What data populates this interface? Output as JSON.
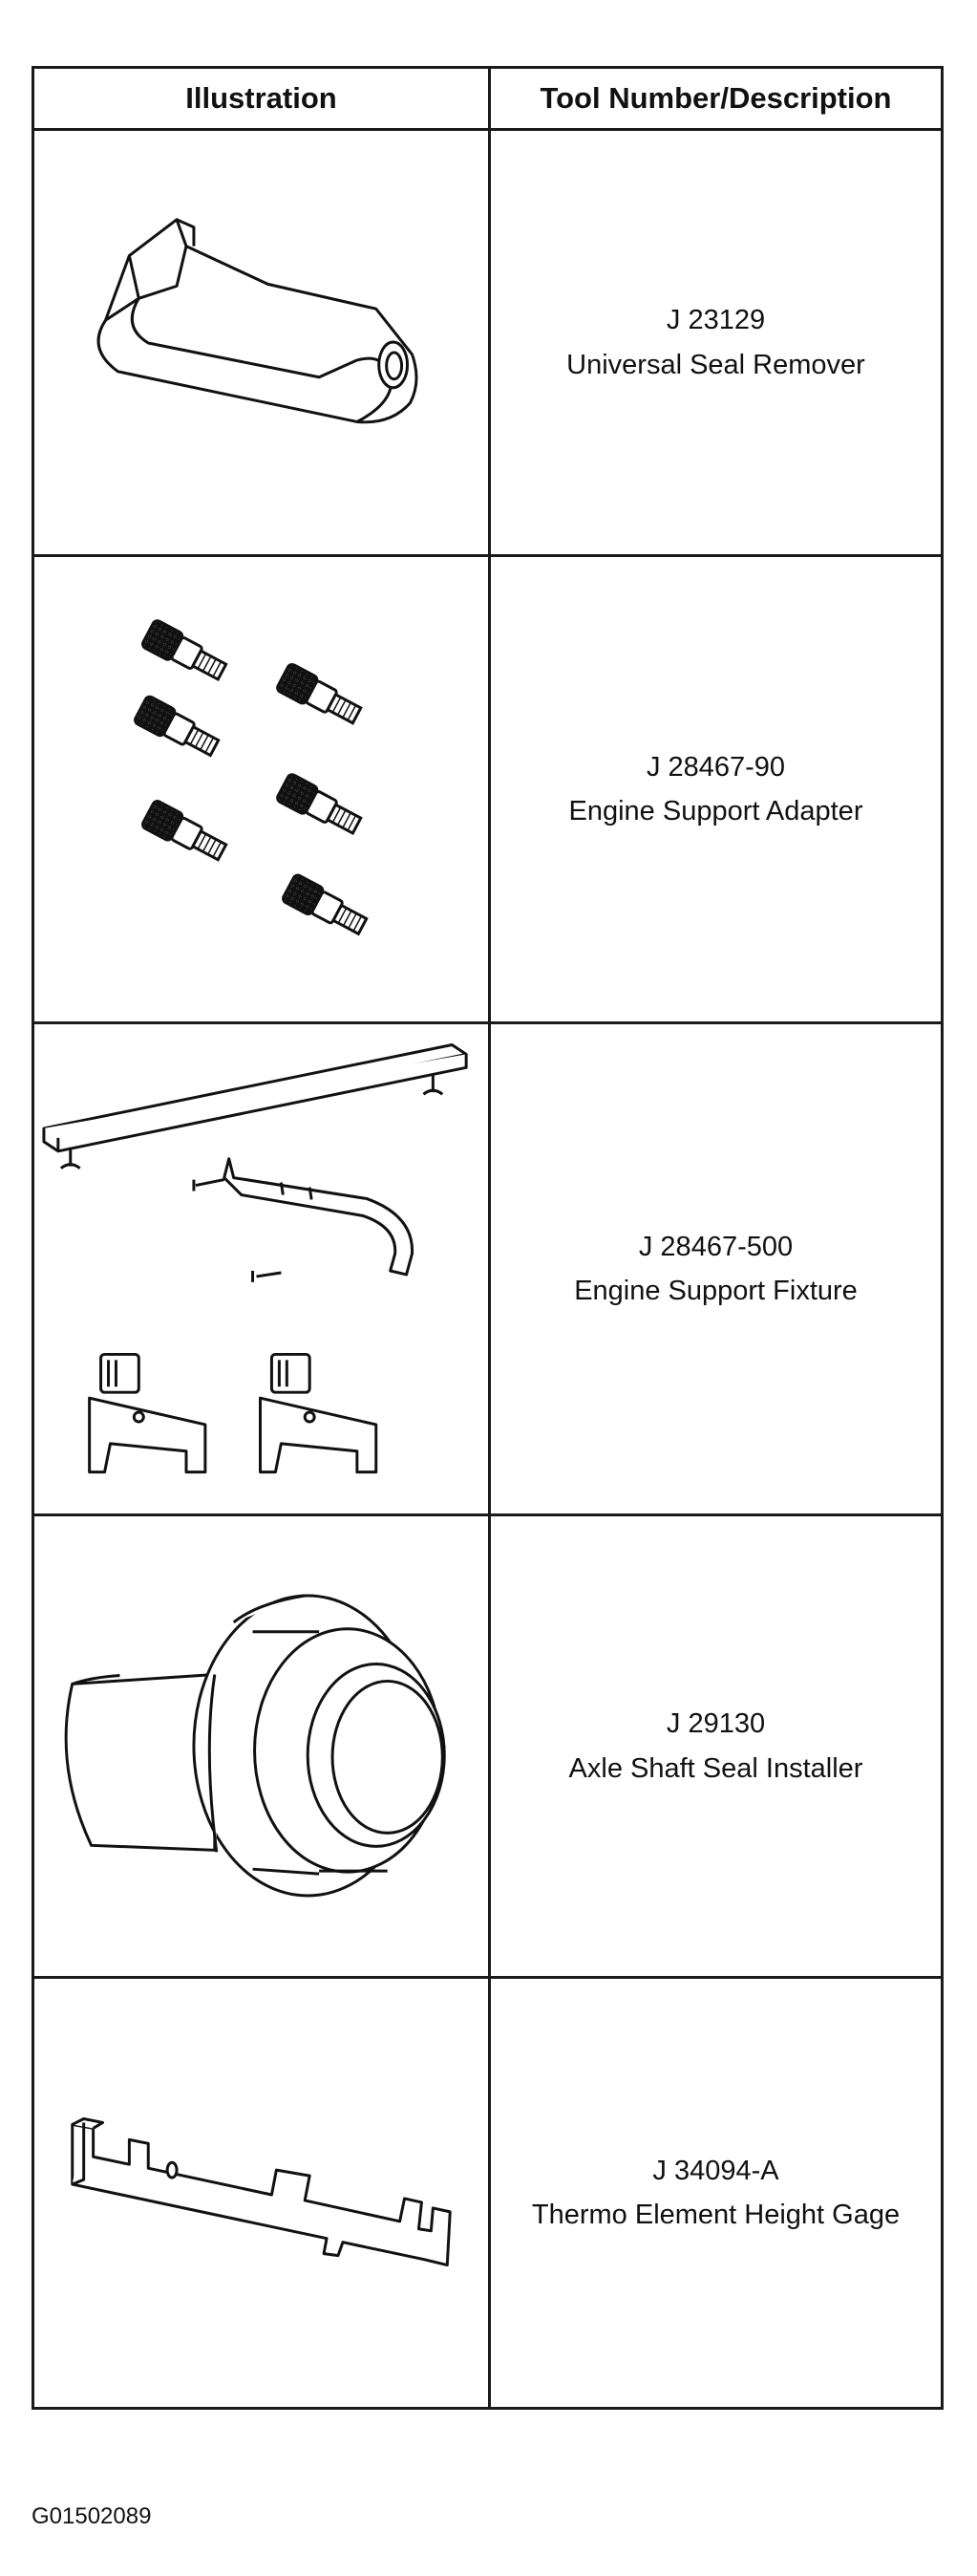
{
  "table": {
    "headers": {
      "illustration": "Illustration",
      "description": "Tool Number/Description"
    },
    "rows": [
      {
        "tool_number": "J 23129",
        "name": "Universal Seal Remover",
        "icon": "seal-remover-icon"
      },
      {
        "tool_number": "J 28467-90",
        "name": "Engine Support Adapter",
        "icon": "support-adapter-icon"
      },
      {
        "tool_number": "J 28467-500",
        "name": "Engine Support Fixture",
        "icon": "support-fixture-icon"
      },
      {
        "tool_number": "J 29130",
        "name": "Axle Shaft Seal Installer",
        "icon": "seal-installer-icon"
      },
      {
        "tool_number": "J 34094-A",
        "name": "Thermo Element Height Gage",
        "icon": "height-gage-icon"
      }
    ]
  },
  "figure_code": "G01502089"
}
